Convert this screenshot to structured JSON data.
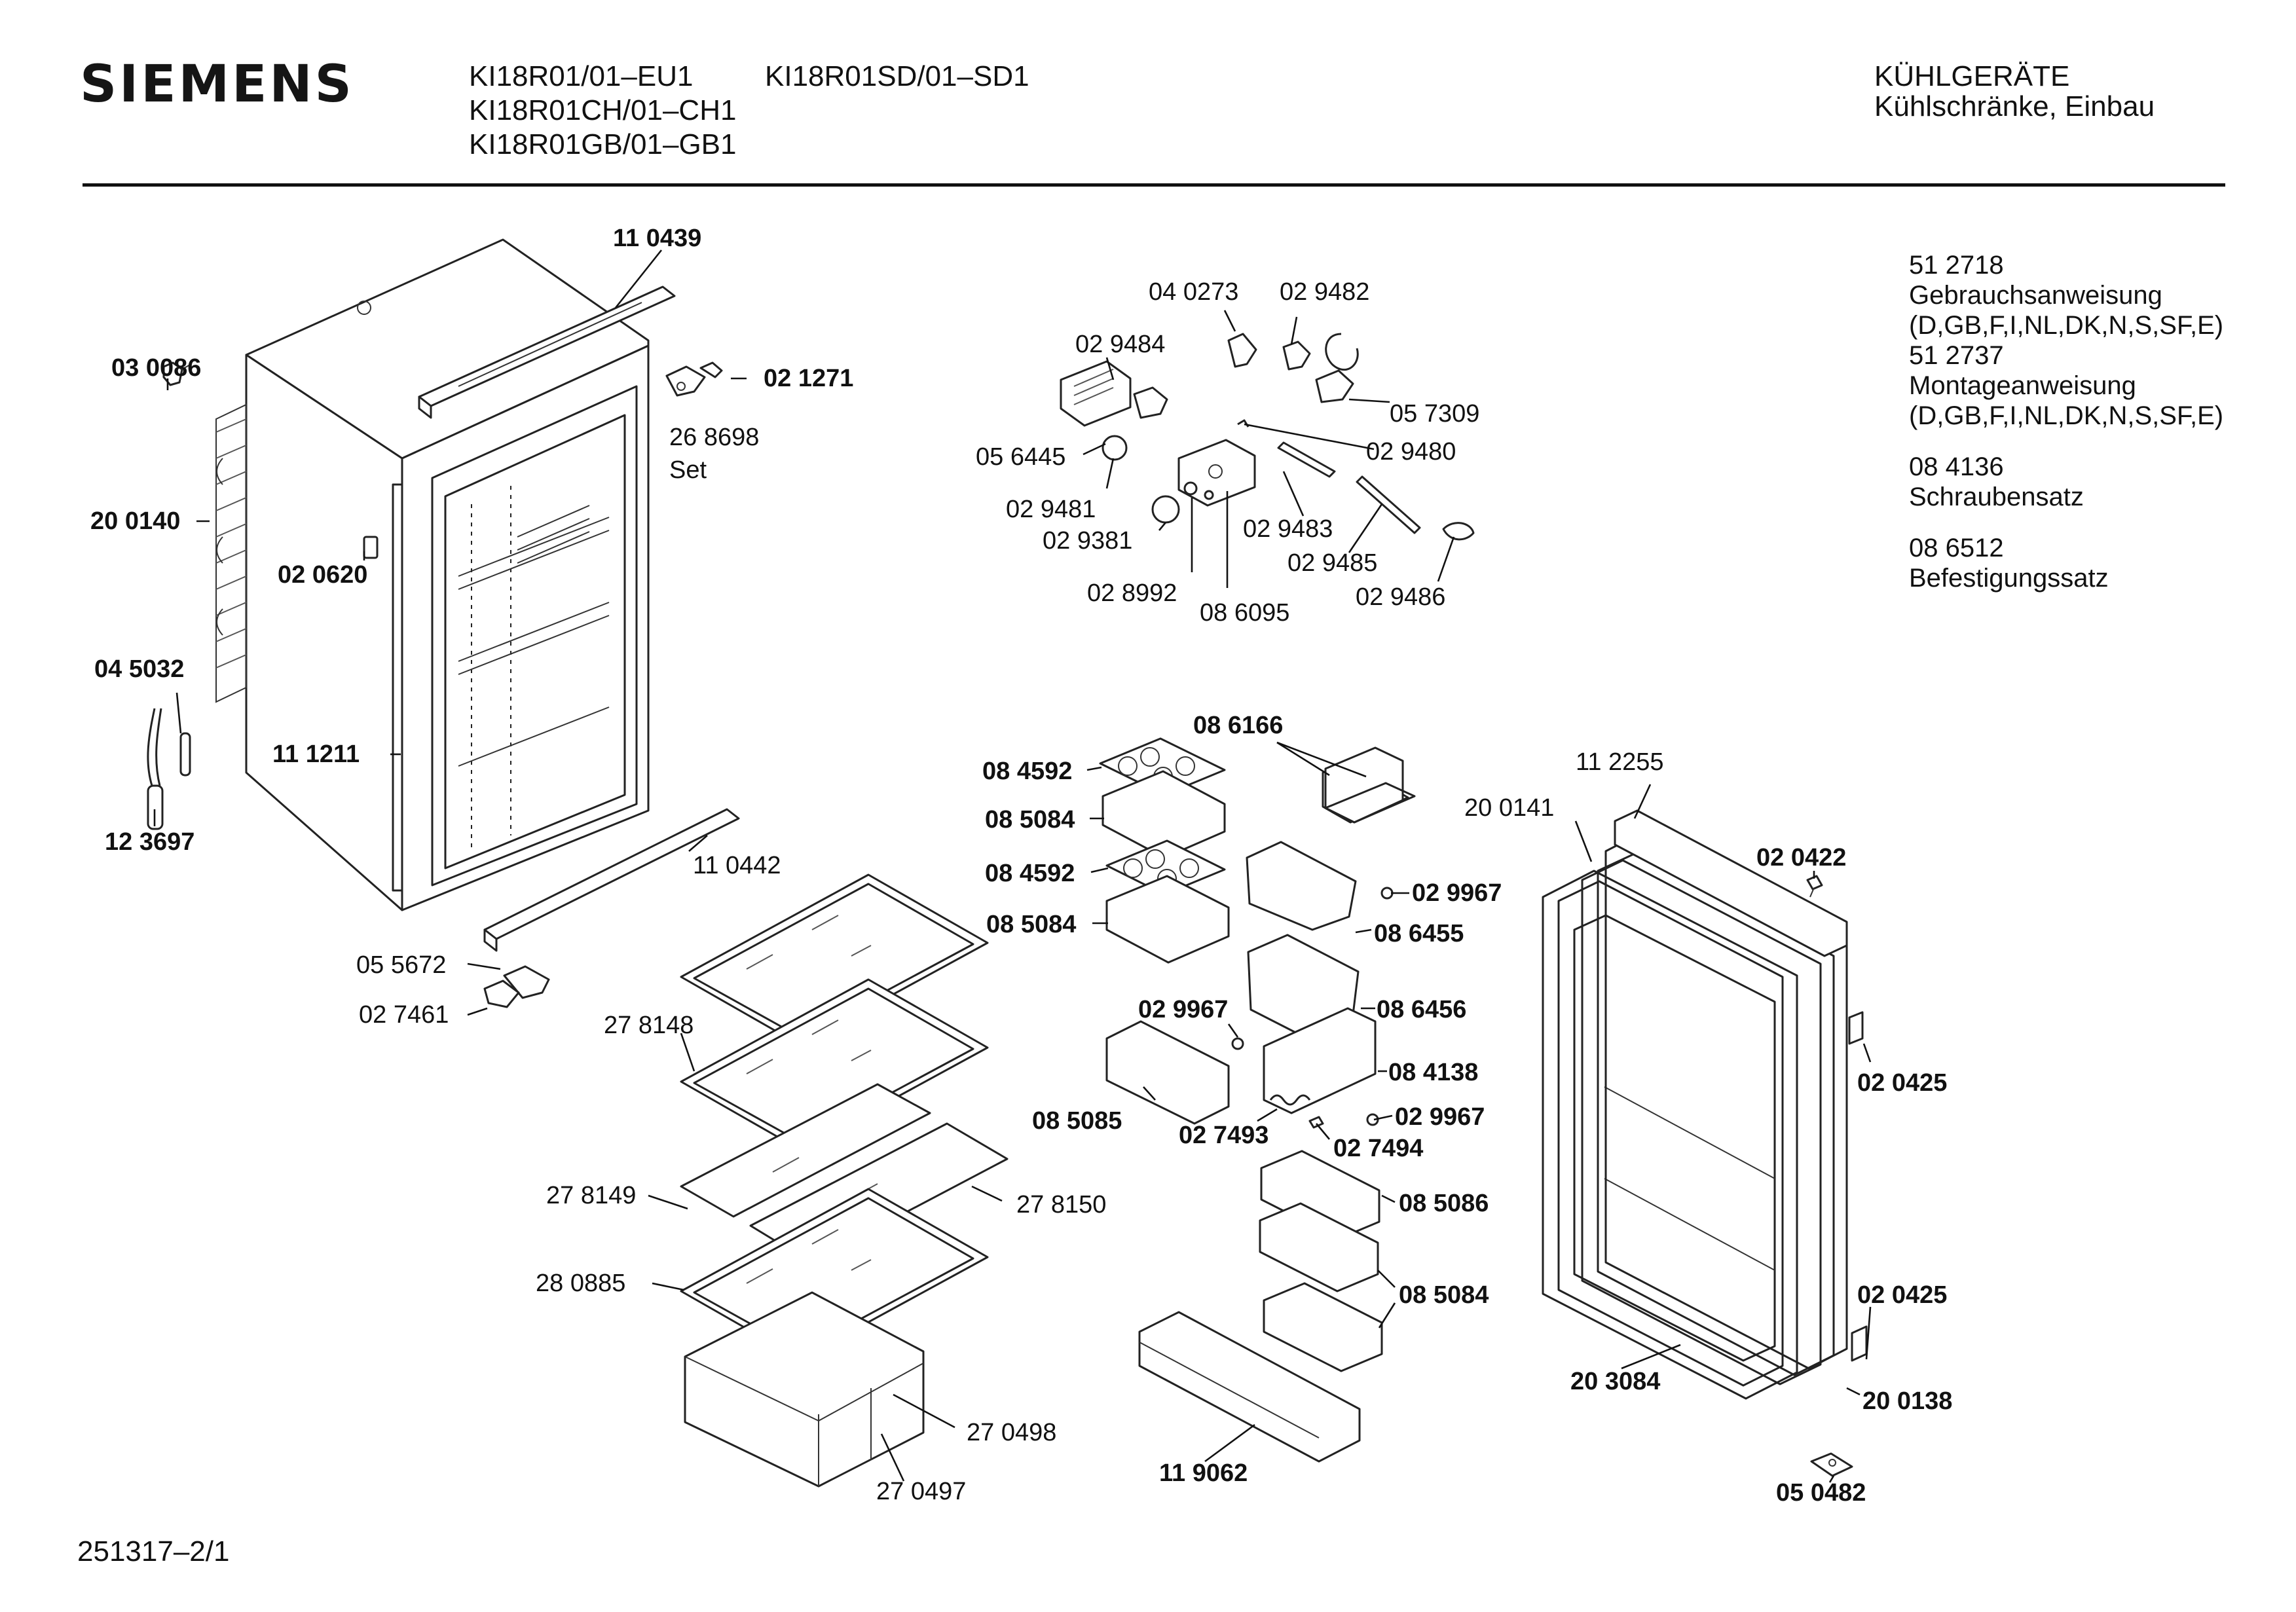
{
  "header": {
    "brand": "SIEMENS",
    "models": [
      "KI18R01/01–EU1",
      "KI18R01SD/01–SD1",
      "KI18R01CH/01–CH1",
      "KI18R01GB/01–GB1"
    ],
    "category": "KÜHLGERÄTE",
    "subcategory": "Kühlschränke, Einbau"
  },
  "documents": [
    {
      "number": "51 2718",
      "title": "Gebrauchsanweisung",
      "note": "(D,GB,F,I,NL,DK,N,S,SF,E)"
    },
    {
      "number": "51 2737",
      "title": "Montageanweisung",
      "note": "(D,GB,F,I,NL,DK,N,S,SF,E)"
    },
    {
      "number": "08 4136",
      "title": "Schraubensatz"
    },
    {
      "number": "08 6512",
      "title": "Befestigungssatz"
    }
  ],
  "part_labels": [
    {
      "id": "110439",
      "text": "11 0439",
      "bold": true
    },
    {
      "id": "030086",
      "text": "03 0086",
      "bold": true
    },
    {
      "id": "021271",
      "text": "02 1271",
      "bold": true
    },
    {
      "id": "268698",
      "text": "26 8698",
      "bold": false
    },
    {
      "id": "set",
      "text": "Set",
      "bold": false
    },
    {
      "id": "200140",
      "text": "20 0140",
      "bold": true
    },
    {
      "id": "020620",
      "text": "02 0620",
      "bold": true
    },
    {
      "id": "045032",
      "text": "04 5032",
      "bold": true
    },
    {
      "id": "111211",
      "text": "11 1211",
      "bold": true
    },
    {
      "id": "123697",
      "text": "12 3697",
      "bold": true
    },
    {
      "id": "110442",
      "text": "11 0442",
      "bold": false
    },
    {
      "id": "055672",
      "text": "05 5672",
      "bold": false
    },
    {
      "id": "027461",
      "text": "02 7461",
      "bold": false
    },
    {
      "id": "278148",
      "text": "27 8148",
      "bold": false
    },
    {
      "id": "278149",
      "text": "27 8149",
      "bold": false
    },
    {
      "id": "278150",
      "text": "27 8150",
      "bold": false
    },
    {
      "id": "280885",
      "text": "28 0885",
      "bold": false
    },
    {
      "id": "270498",
      "text": "27 0498",
      "bold": false
    },
    {
      "id": "270497",
      "text": "27 0497",
      "bold": false
    },
    {
      "id": "040273",
      "text": "04 0273",
      "bold": false
    },
    {
      "id": "029482",
      "text": "02 9482",
      "bold": false
    },
    {
      "id": "029484",
      "text": "02 9484",
      "bold": false
    },
    {
      "id": "057309",
      "text": "05 7309",
      "bold": false
    },
    {
      "id": "056445",
      "text": "05 6445",
      "bold": false
    },
    {
      "id": "029480",
      "text": "02 9480",
      "bold": false
    },
    {
      "id": "029481",
      "text": "02 9481",
      "bold": false
    },
    {
      "id": "029483",
      "text": "02 9483",
      "bold": false
    },
    {
      "id": "029381",
      "text": "02 9381",
      "bold": false
    },
    {
      "id": "029485",
      "text": "02 9485",
      "bold": false
    },
    {
      "id": "028992",
      "text": "02 8992",
      "bold": false
    },
    {
      "id": "086095",
      "text": "08 6095",
      "bold": false
    },
    {
      "id": "029486",
      "text": "02 9486",
      "bold": false
    },
    {
      "id": "086166",
      "text": "08 6166",
      "bold": true
    },
    {
      "id": "084592a",
      "text": "08 4592",
      "bold": true
    },
    {
      "id": "085084a",
      "text": "08 5084",
      "bold": true
    },
    {
      "id": "084592b",
      "text": "08 4592",
      "bold": true
    },
    {
      "id": "085084b",
      "text": "08 5084",
      "bold": true
    },
    {
      "id": "029967a",
      "text": "02 9967",
      "bold": true
    },
    {
      "id": "086455",
      "text": "08 6455",
      "bold": true
    },
    {
      "id": "086456",
      "text": "08 6456",
      "bold": true
    },
    {
      "id": "029967b",
      "text": "02 9967",
      "bold": true
    },
    {
      "id": "084138",
      "text": "08 4138",
      "bold": true
    },
    {
      "id": "029967c",
      "text": "02 9967",
      "bold": true
    },
    {
      "id": "085085",
      "text": "08 5085",
      "bold": true
    },
    {
      "id": "027493",
      "text": "02 7493",
      "bold": true
    },
    {
      "id": "027494",
      "text": "02 7494",
      "bold": true
    },
    {
      "id": "085086",
      "text": "08 5086",
      "bold": true
    },
    {
      "id": "085084c",
      "text": "08 5084",
      "bold": true
    },
    {
      "id": "119062",
      "text": "11 9062",
      "bold": true
    },
    {
      "id": "112255",
      "text": "11 2255",
      "bold": false
    },
    {
      "id": "200141",
      "text": "20 0141",
      "bold": false
    },
    {
      "id": "020422",
      "text": "02 0422",
      "bold": true
    },
    {
      "id": "020425a",
      "text": "02 0425",
      "bold": true
    },
    {
      "id": "020425b",
      "text": "02 0425",
      "bold": true
    },
    {
      "id": "203084",
      "text": "20 3084",
      "bold": true
    },
    {
      "id": "200138",
      "text": "20 0138",
      "bold": true
    },
    {
      "id": "050482",
      "text": "05 0482",
      "bold": true
    }
  ],
  "footer": {
    "sheet_number": "251317–2/1"
  }
}
